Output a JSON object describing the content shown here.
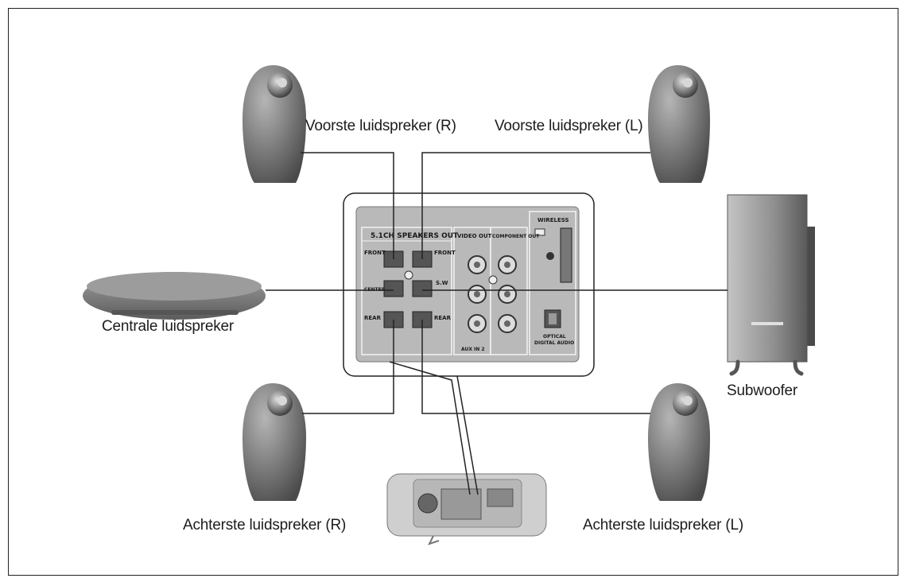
{
  "labels": {
    "front_right": "Voorste luidspreker (R)",
    "front_left": "Voorste luidspreker (L)",
    "center": "Centrale luidspreker",
    "subwoofer": "Subwoofer",
    "rear_right": "Achterste luidspreker (R)",
    "rear_left": "Achterste luidspreker (L)"
  },
  "panel": {
    "speakers_out": "5.1CH SPEAKERS OUT",
    "video_out": "VIDEO OUT",
    "component_out": "COMPONENT OUT",
    "wireless": "WIRELESS",
    "front_left_jack": "FRONT",
    "front_right_jack": "FRONT",
    "center_jack": "CENTER",
    "sw_jack": "S.W",
    "rear_left_jack": "REAR",
    "rear_right_jack": "REAR",
    "aux_in": "AUX IN 2",
    "optical": "OPTICAL",
    "digital_audio": "DIGITAL AUDIO"
  },
  "colors": {
    "speaker_body": "#7a7a7a",
    "panel_bg": "#bdbdbd",
    "line": "#222222"
  }
}
